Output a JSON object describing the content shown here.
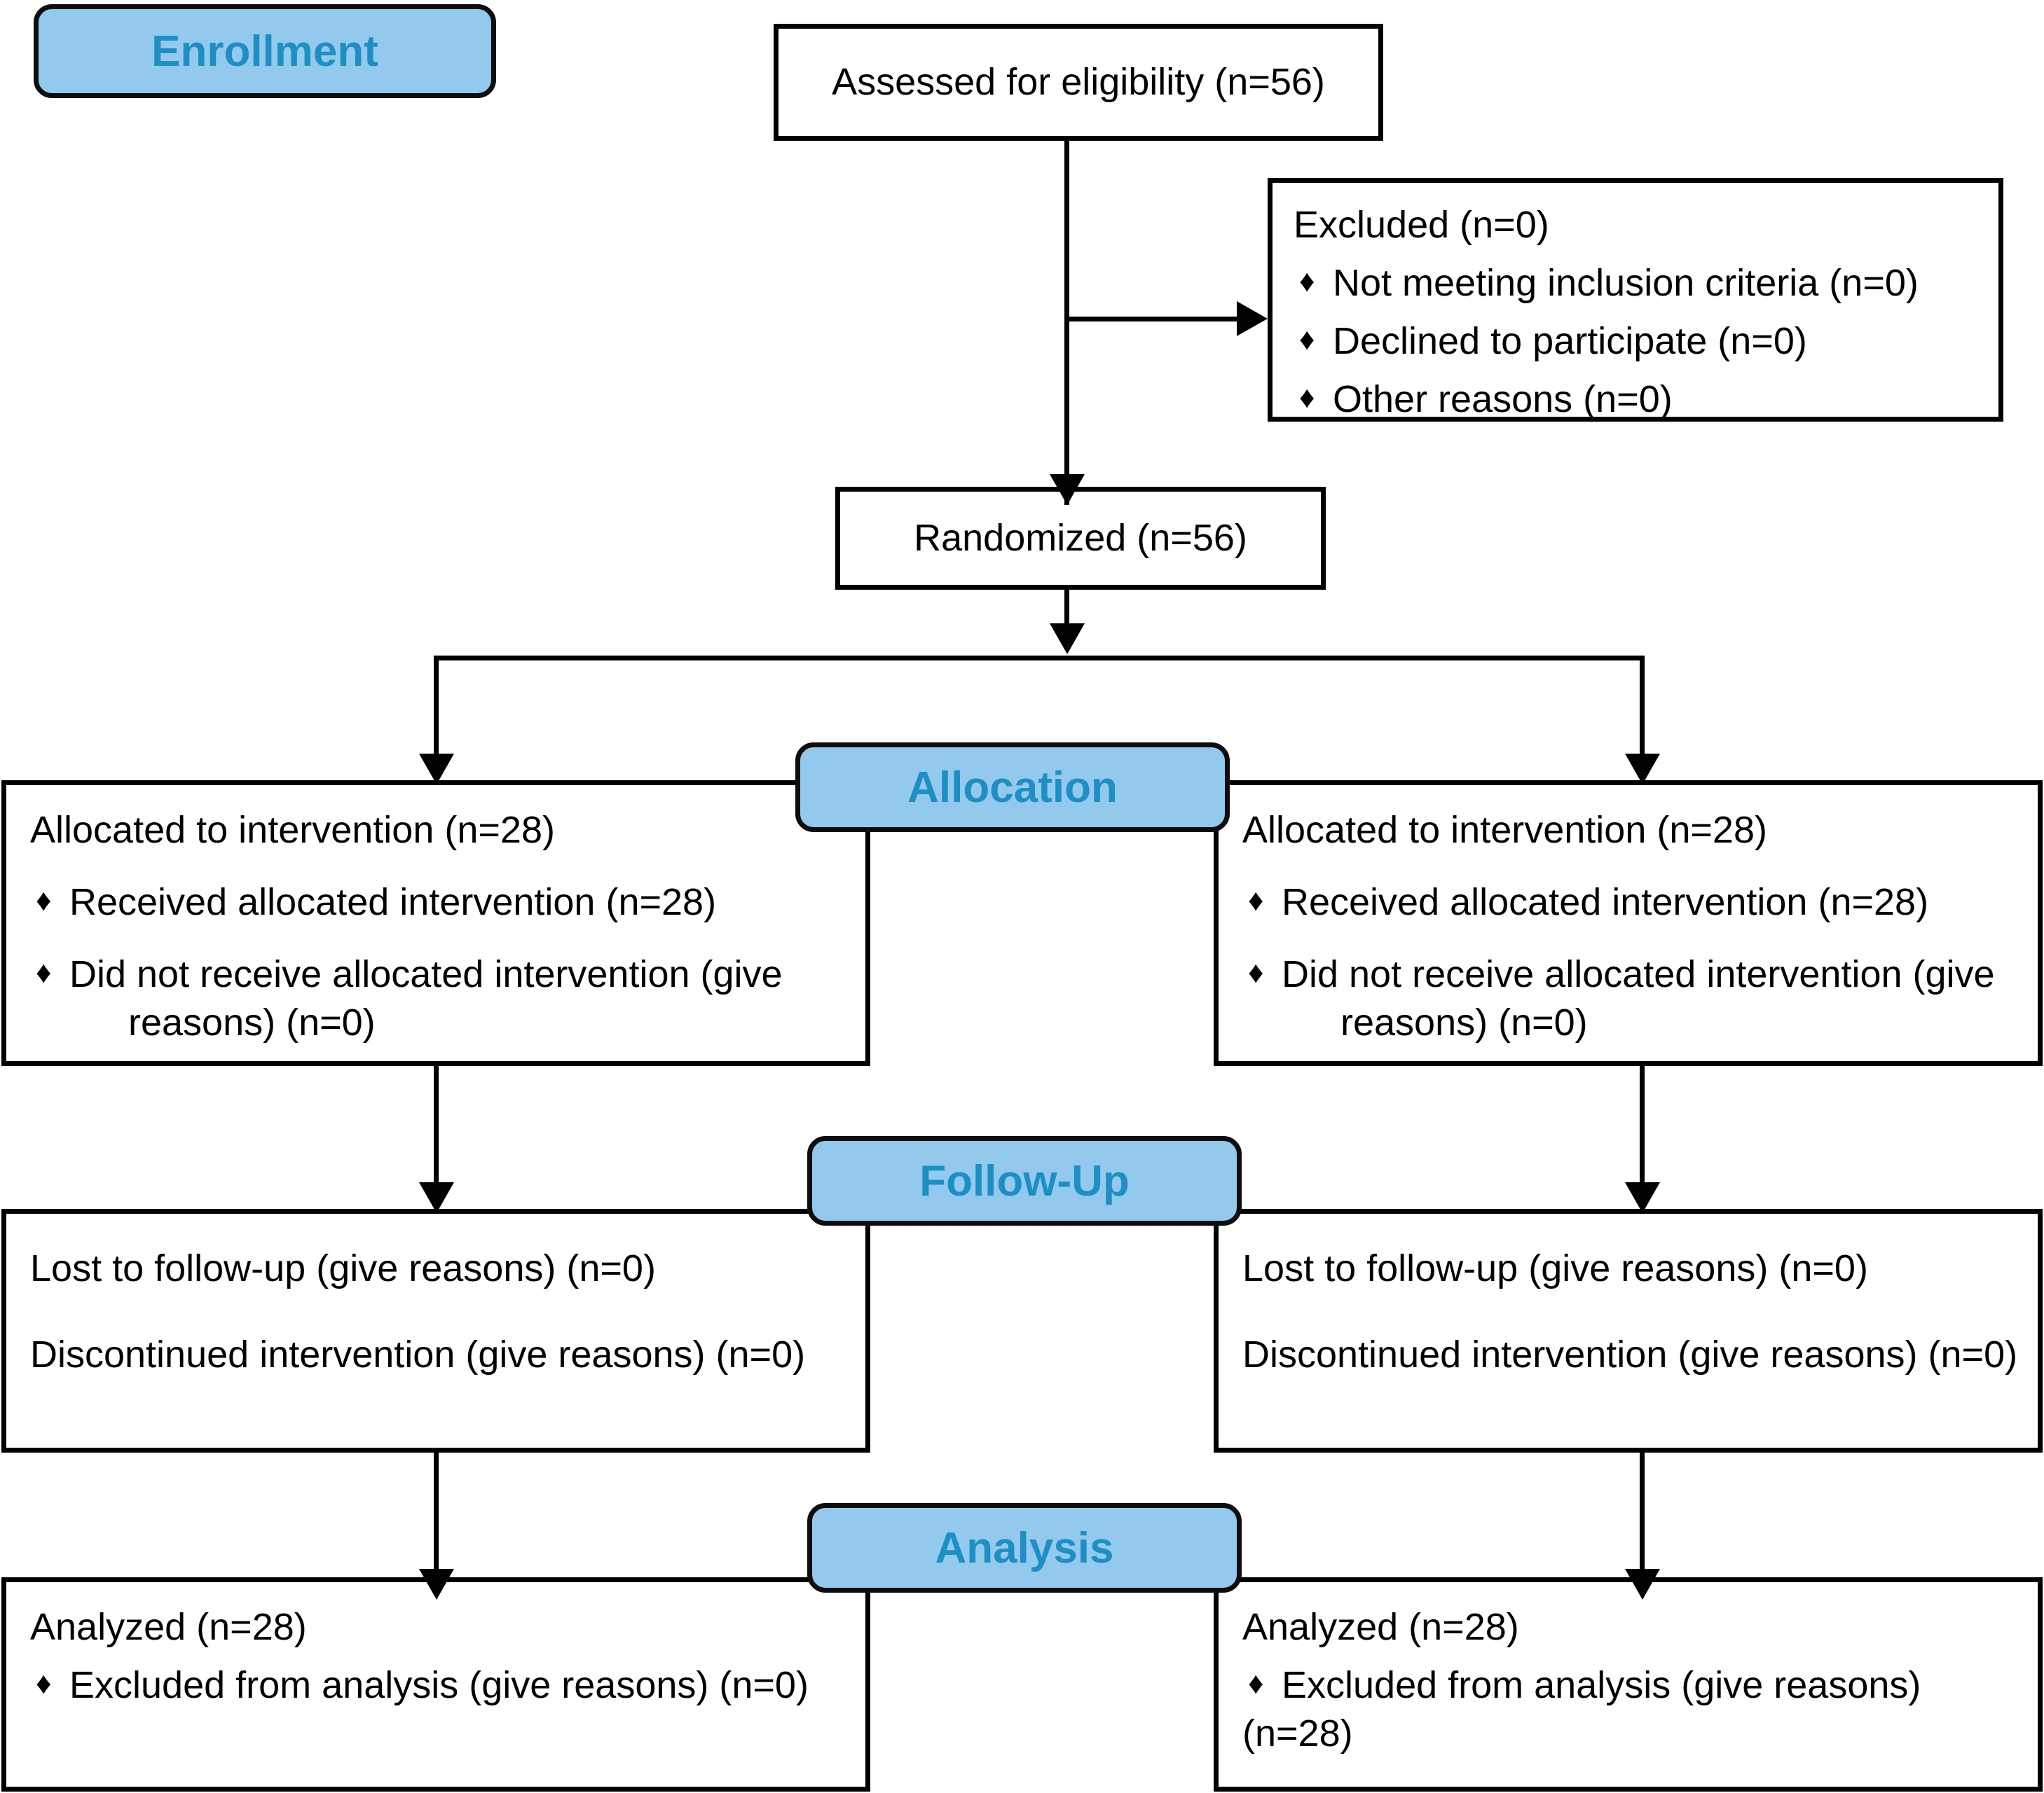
{
  "diagram": {
    "title": "CONSORT participant flow diagram",
    "colors": {
      "stage_fill": "#92C9EC",
      "stage_text": "#1E8FC4",
      "box_border": "#000000",
      "box_fill": "#FFFFFF",
      "connector": "#000000"
    },
    "bullet_glyph": "♦"
  },
  "stages": {
    "enrollment": "Enrollment",
    "allocation": "Allocation",
    "followup": "Follow-Up",
    "analysis": "Analysis"
  },
  "enrollment": {
    "assessed": "Assessed for eligibility (n=56)",
    "excluded": {
      "heading": "Excluded (n=0)",
      "reasons": [
        "Not meeting inclusion criteria (n=0)",
        "Declined to participate (n=0)",
        "Other reasons (n=0)"
      ]
    },
    "randomized": "Randomized (n=56)"
  },
  "allocation": {
    "left": {
      "heading": "Allocated to intervention (n=28)",
      "items": [
        {
          "text": "Received allocated intervention (n=28)",
          "cont": ""
        },
        {
          "text": "Did not receive allocated intervention (give",
          "cont": "reasons) (n=0)"
        }
      ]
    },
    "right": {
      "heading": "Allocated to intervention (n=28)",
      "items": [
        {
          "text": "Received allocated intervention (n=28)",
          "cont": ""
        },
        {
          "text": "Did not receive allocated intervention (give",
          "cont": "reasons) (n=0)"
        }
      ]
    }
  },
  "followup": {
    "left": {
      "lost": "Lost to follow-up (give reasons) (n=0)",
      "discontinued": "Discontinued intervention (give reasons) (n=0)"
    },
    "right": {
      "lost": "Lost to follow-up (give reasons) (n=0)",
      "discontinued": "Discontinued intervention (give reasons) (n=0)"
    }
  },
  "analysis": {
    "left": {
      "heading": "Analyzed (n=28)",
      "items": [
        {
          "text": "Excluded from analysis (give reasons) (n=0)",
          "cont": ""
        }
      ]
    },
    "right": {
      "heading": "Analyzed (n=28)",
      "items": [
        {
          "text": "Excluded from analysis (give reasons)",
          "cont": "(n=28)"
        }
      ]
    }
  }
}
